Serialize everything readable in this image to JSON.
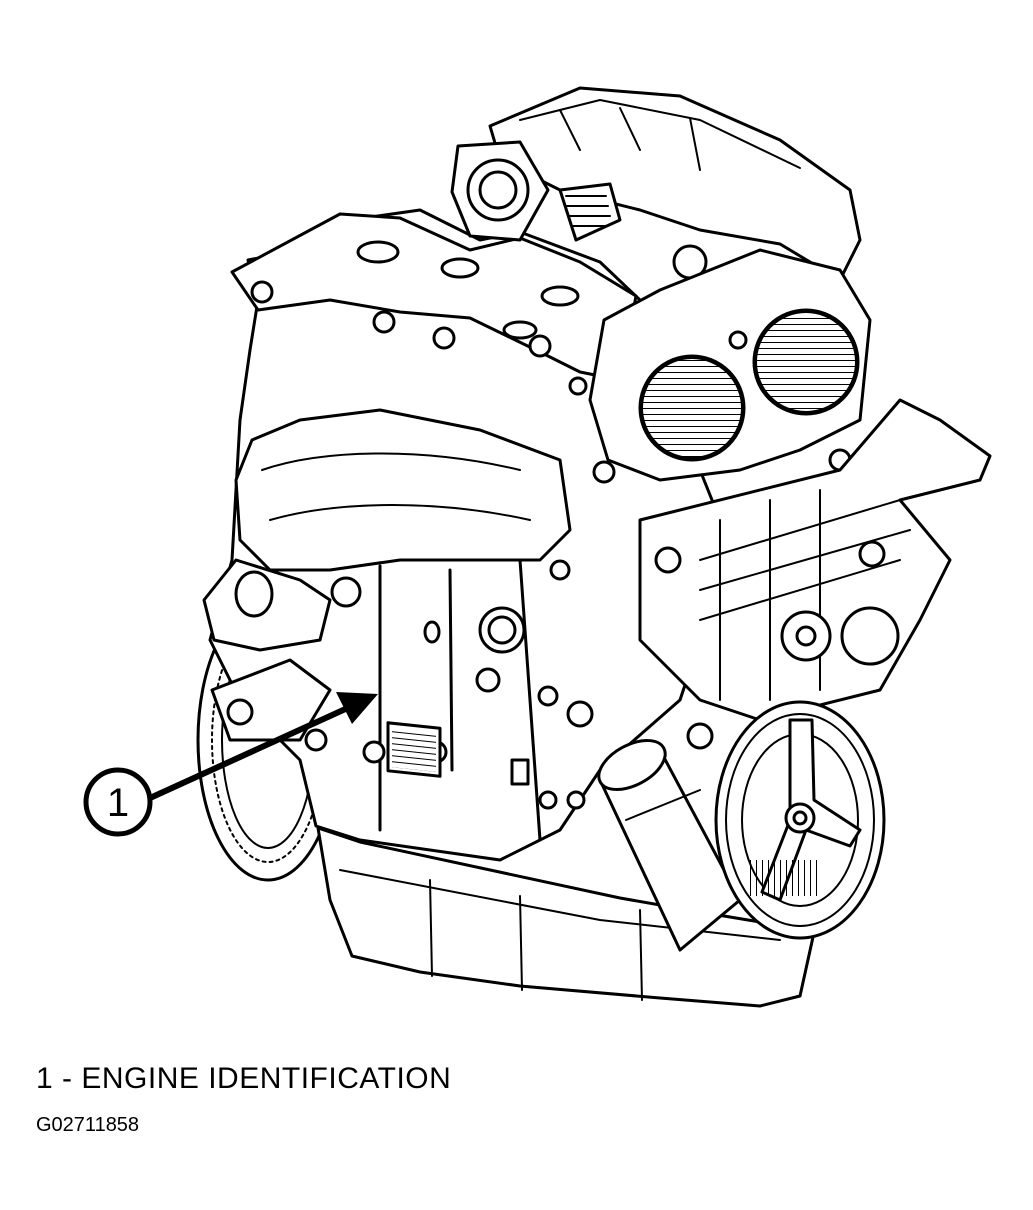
{
  "diagram": {
    "callouts": [
      {
        "number": "1"
      }
    ]
  },
  "caption": {
    "text": "1 - ENGINE IDENTIFICATION"
  },
  "figure_id": "G02711858"
}
